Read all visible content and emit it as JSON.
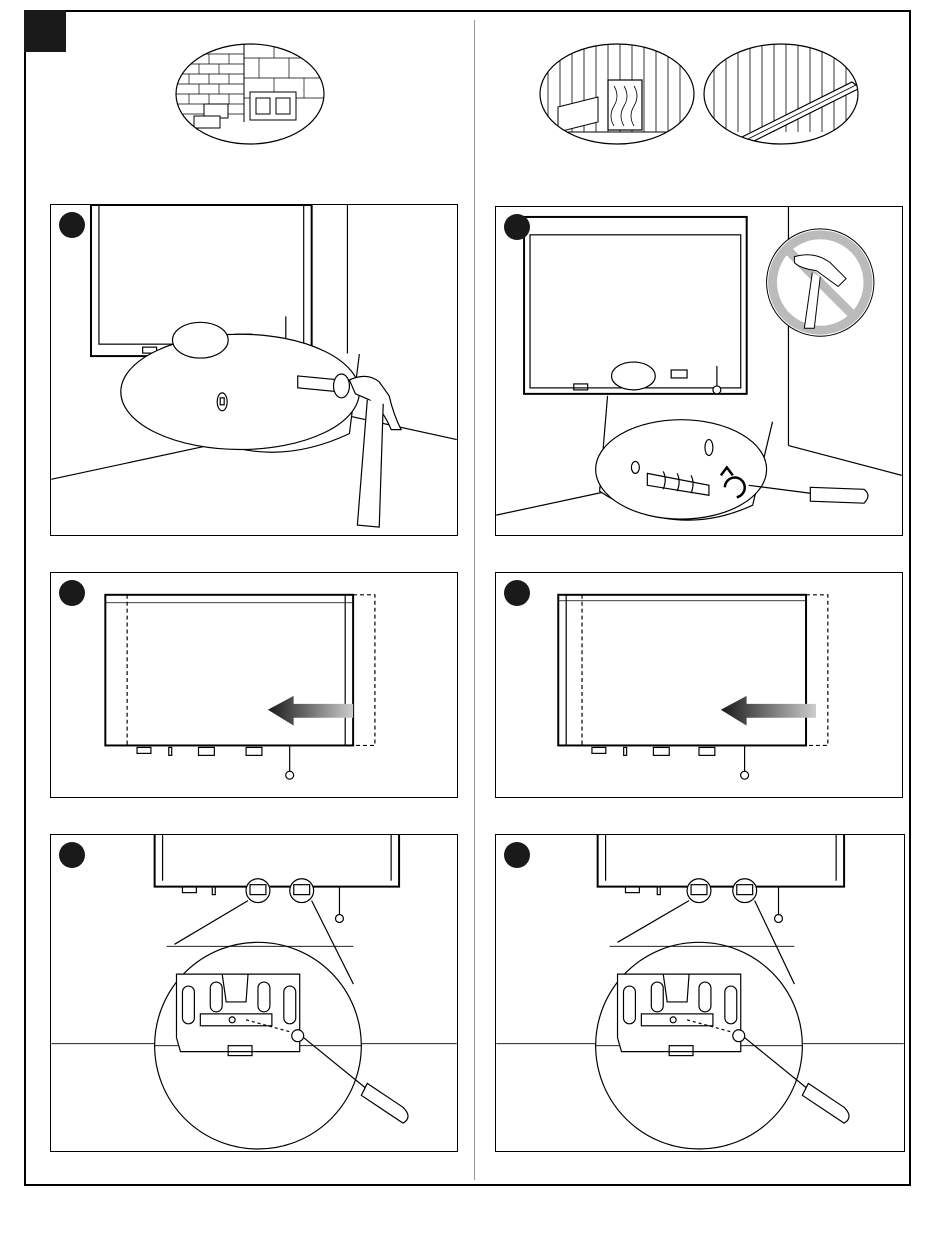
{
  "document": {
    "type": "wall-mount installation instructions",
    "columns": [
      {
        "wall_types": [
          "brick-wall",
          "cinder-block-wall"
        ],
        "steps": [
          {
            "id": "left-step-1",
            "tool": "hammer-icon",
            "fastener": "wall-anchor"
          },
          {
            "id": "left-step-2",
            "action": "slide-left-arrow-icon"
          },
          {
            "id": "left-step-3",
            "tool": "screwdriver-icon",
            "fastener": "bracket-screw"
          }
        ]
      },
      {
        "wall_types": [
          "wood-stud-wall",
          "metal-stud-wall"
        ],
        "steps": [
          {
            "id": "right-step-1",
            "tool": "screwdriver-icon",
            "warning": "no-hammer-icon",
            "fastener": "drywall-anchor"
          },
          {
            "id": "right-step-2",
            "action": "slide-left-arrow-icon"
          },
          {
            "id": "right-step-3",
            "tool": "screwdriver-icon",
            "fastener": "bracket-screw"
          }
        ]
      }
    ],
    "colors": {
      "ink": "#1a1a1a",
      "line": "#000000",
      "divider": "#999999",
      "arrow_fade": "#cccccc"
    }
  }
}
